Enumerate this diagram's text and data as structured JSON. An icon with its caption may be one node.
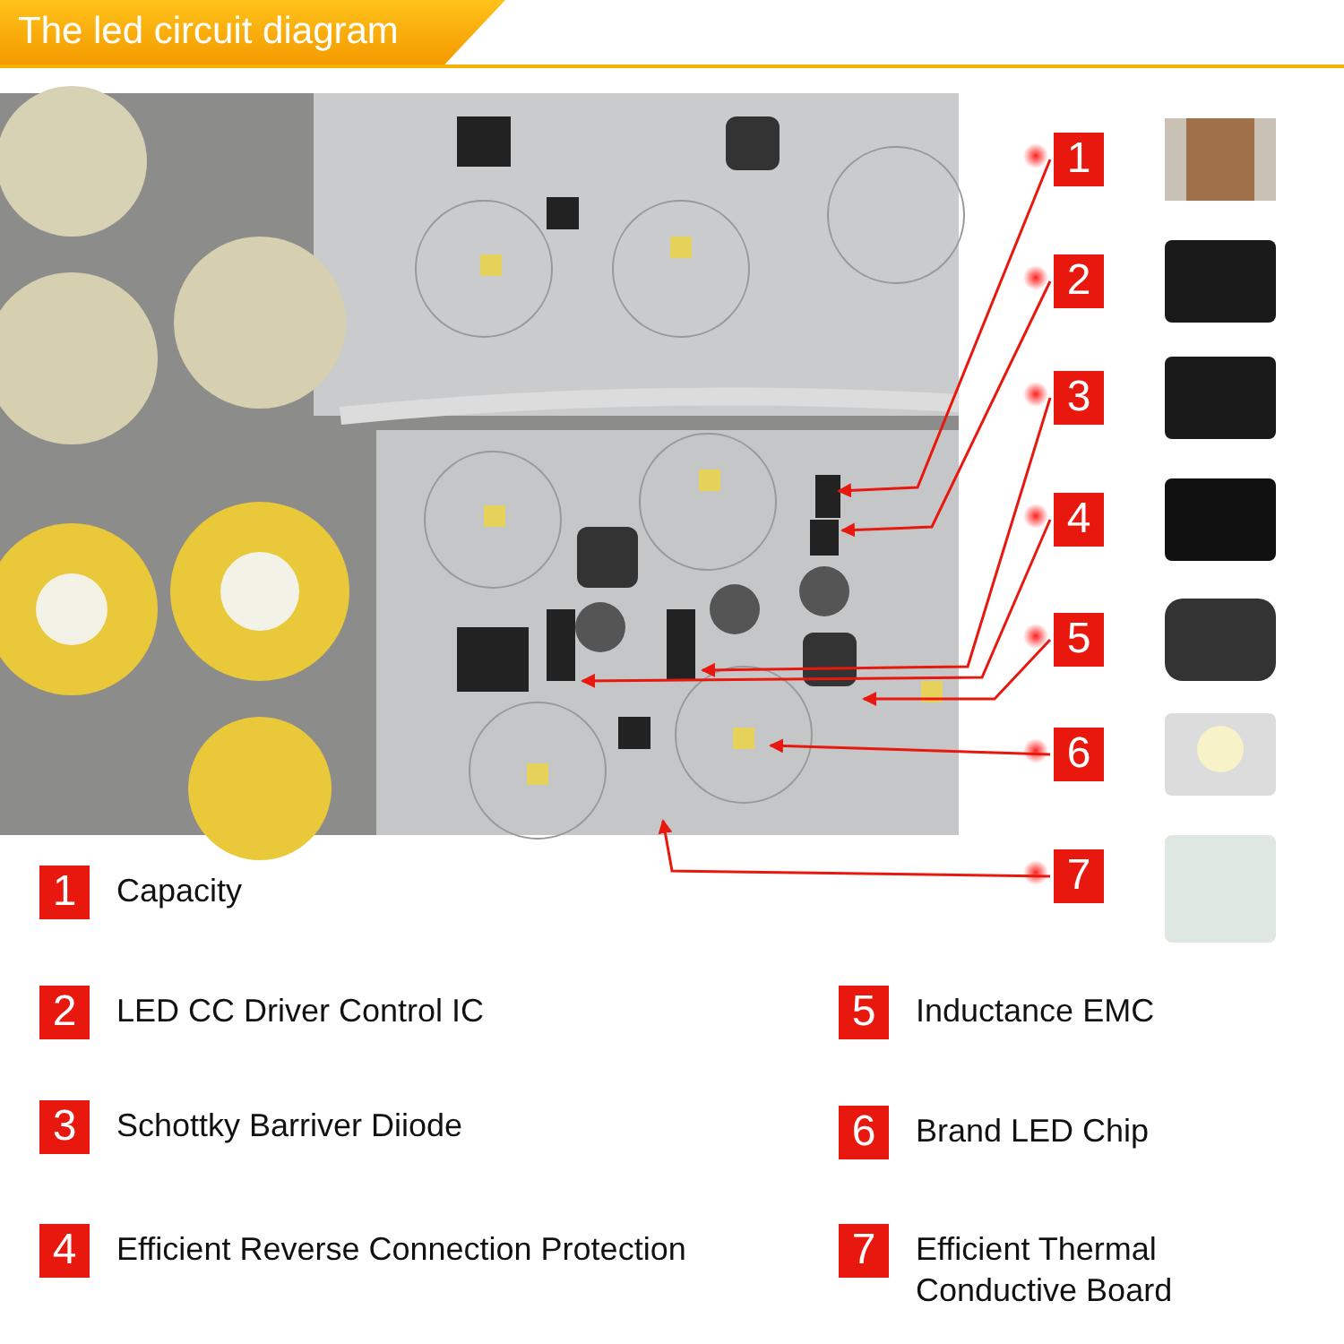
{
  "diagram": {
    "title": "The led circuit diagram",
    "nodes": [
      {
        "text": [
          "1"
        ]
      },
      {
        "text": [
          "2"
        ]
      },
      {
        "text": [
          "3"
        ]
      },
      {
        "text": [
          "4"
        ]
      },
      {
        "text": [
          "5"
        ]
      },
      {
        "text": [
          "6"
        ]
      },
      {
        "text": [
          "7"
        ]
      },
      {
        "text": [
          "1"
        ],
        "beside": [
          "Capacity"
        ]
      },
      {
        "text": [
          "2"
        ],
        "beside": [
          "LED CC Driver Control IC"
        ]
      },
      {
        "text": [
          "5"
        ],
        "beside": [
          "Inductance EMC"
        ]
      },
      {
        "text": [
          "3"
        ],
        "beside": [
          "Schottky Barriver Diiode"
        ]
      },
      {
        "text": [
          "6"
        ],
        "beside": [
          "Brand LED Chip"
        ]
      },
      {
        "text": [
          "4"
        ],
        "beside": [
          "Efficient Reverse Connection Protection"
        ]
      },
      {
        "text": [
          "7"
        ],
        "beside": [
          "Efficient Thermal Conductive Board"
        ]
      }
    ],
    "edges": [
      {
        "from": 0,
        "to": null,
        "arrow": "to"
      },
      {
        "from": 1,
        "to": null,
        "arrow": "to"
      },
      {
        "from": 2,
        "to": null,
        "arrow": "to"
      },
      {
        "from": 3,
        "to": null,
        "arrow": "to"
      },
      {
        "from": 4,
        "to": null,
        "arrow": "to"
      },
      {
        "from": 5,
        "to": null,
        "arrow": "to"
      },
      {
        "from": 6,
        "to": null,
        "arrow": "to"
      }
    ]
  }
}
